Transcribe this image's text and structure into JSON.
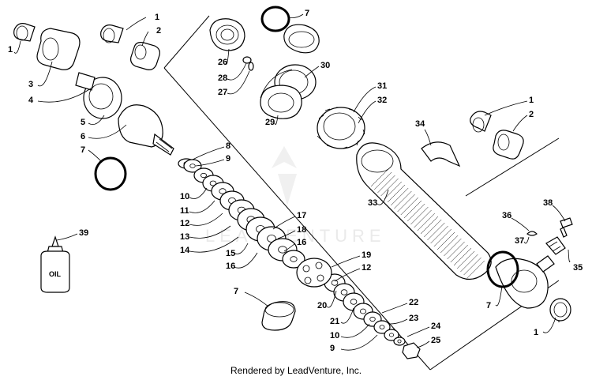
{
  "footer": "Rendered by LeadVenture, Inc.",
  "watermark": "LEADVENTURE",
  "bottle_label": "OIL",
  "labels": [
    {
      "id": "l1a",
      "text": "1"
    },
    {
      "id": "l2a",
      "text": "2"
    },
    {
      "id": "l1b",
      "text": "1"
    },
    {
      "id": "l3",
      "text": "3"
    },
    {
      "id": "l4",
      "text": "4"
    },
    {
      "id": "l5",
      "text": "5"
    },
    {
      "id": "l6",
      "text": "6"
    },
    {
      "id": "l7a",
      "text": "7"
    },
    {
      "id": "l8",
      "text": "8"
    },
    {
      "id": "l9a",
      "text": "9"
    },
    {
      "id": "l10a",
      "text": "10"
    },
    {
      "id": "l11",
      "text": "11"
    },
    {
      "id": "l12a",
      "text": "12"
    },
    {
      "id": "l13",
      "text": "13"
    },
    {
      "id": "l14",
      "text": "14"
    },
    {
      "id": "l15",
      "text": "15"
    },
    {
      "id": "l16a",
      "text": "16"
    },
    {
      "id": "l17",
      "text": "17"
    },
    {
      "id": "l18",
      "text": "18"
    },
    {
      "id": "l16b",
      "text": "16"
    },
    {
      "id": "l19",
      "text": "19"
    },
    {
      "id": "l12b",
      "text": "12"
    },
    {
      "id": "l7b",
      "text": "7"
    },
    {
      "id": "l20",
      "text": "20"
    },
    {
      "id": "l21",
      "text": "21"
    },
    {
      "id": "l22",
      "text": "22"
    },
    {
      "id": "l23",
      "text": "23"
    },
    {
      "id": "l10b",
      "text": "10"
    },
    {
      "id": "l24",
      "text": "24"
    },
    {
      "id": "l9b",
      "text": "9"
    },
    {
      "id": "l25",
      "text": "25"
    },
    {
      "id": "l7c",
      "text": "7"
    },
    {
      "id": "l26",
      "text": "26"
    },
    {
      "id": "l28",
      "text": "28"
    },
    {
      "id": "l27",
      "text": "27"
    },
    {
      "id": "l30",
      "text": "30"
    },
    {
      "id": "l29",
      "text": "29"
    },
    {
      "id": "l31",
      "text": "31"
    },
    {
      "id": "l32",
      "text": "32"
    },
    {
      "id": "l34",
      "text": "34"
    },
    {
      "id": "l33",
      "text": "33"
    },
    {
      "id": "l1c",
      "text": "1"
    },
    {
      "id": "l2b",
      "text": "2"
    },
    {
      "id": "l38",
      "text": "38"
    },
    {
      "id": "l36",
      "text": "36"
    },
    {
      "id": "l37",
      "text": "37"
    },
    {
      "id": "l35",
      "text": "35"
    },
    {
      "id": "l7d",
      "text": "7"
    },
    {
      "id": "l1d",
      "text": "1"
    },
    {
      "id": "l39",
      "text": "39"
    }
  ]
}
